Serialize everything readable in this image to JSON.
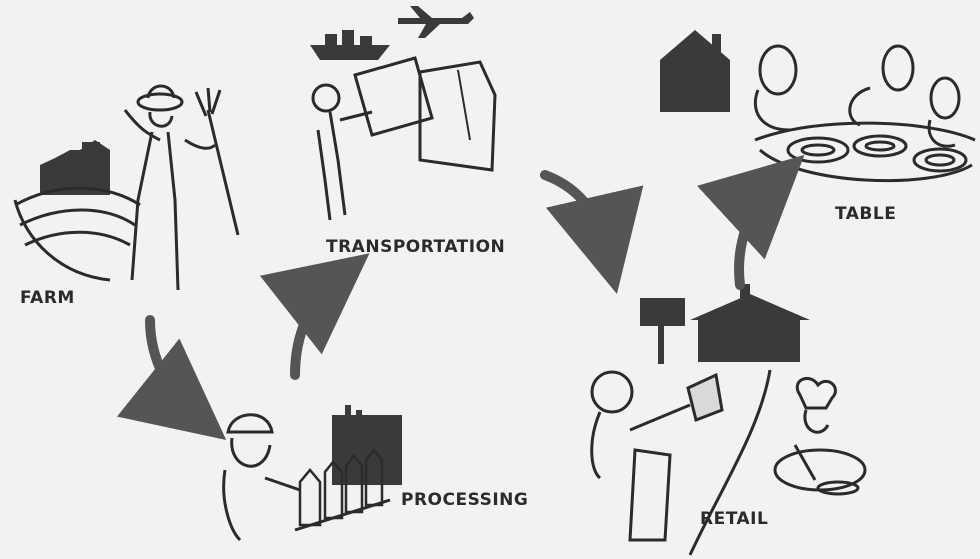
{
  "diagram": {
    "stages": {
      "farm": "FARM",
      "transportation": "TRANSPORTATION",
      "processing": "PROCESSING",
      "retail": "RETAIL",
      "table": "TABLE"
    },
    "colors": {
      "background": "#f2f2f2",
      "ink": "#2b2b2b",
      "fill_dark": "#3a3a3a",
      "arrow": "#555555"
    },
    "icons": [
      "barn-icon",
      "farmer-icon",
      "pitchfork-icon",
      "boat-icon",
      "airplane-icon",
      "boxes-icon",
      "factory-icon",
      "milk-cartons-icon",
      "shop-icon",
      "sign-icon",
      "house-icon",
      "diners-icon",
      "plates-icon",
      "chef-icon"
    ]
  }
}
